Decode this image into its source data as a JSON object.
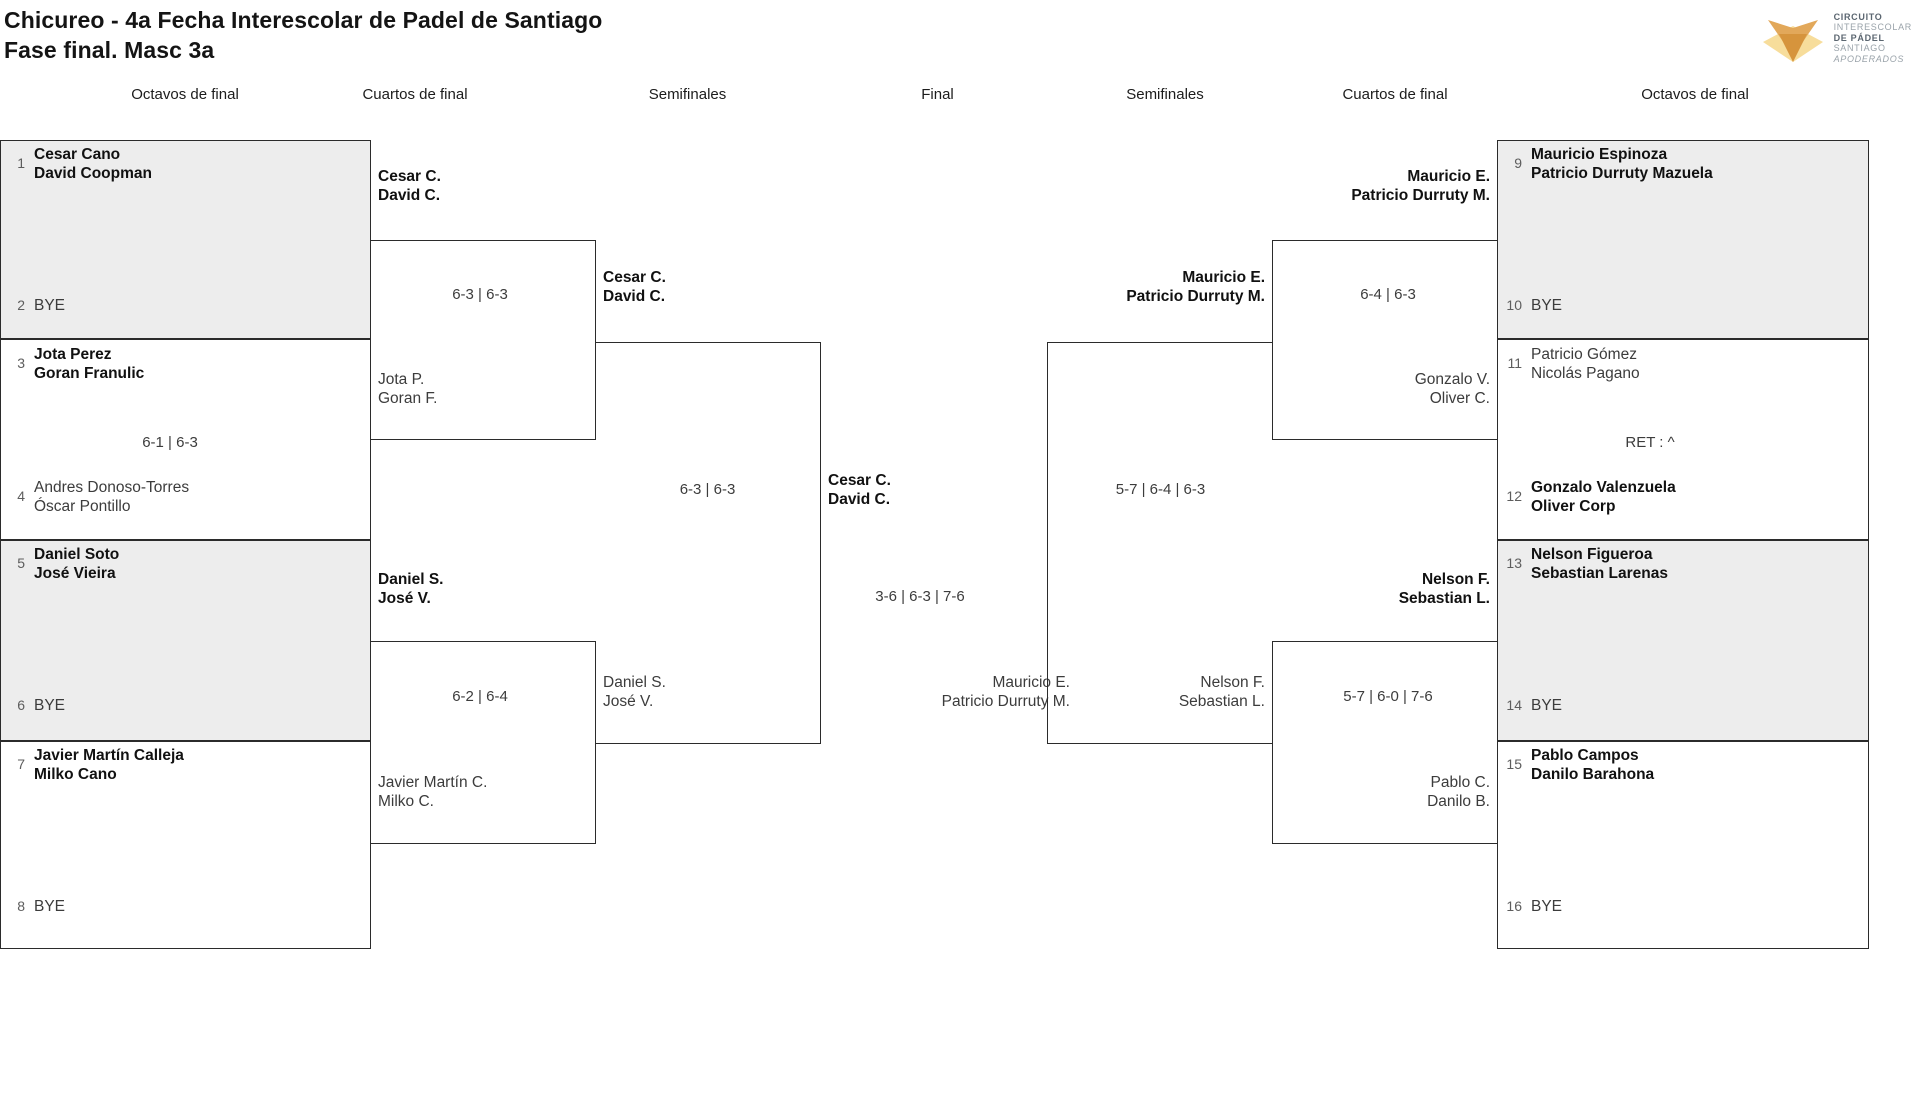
{
  "header": {
    "title_line1": "Chicureo - 4a Fecha Interescolar de Padel de Santiago",
    "title_line2": "Fase final. Masc 3a",
    "logo": {
      "line1": "CIRCUITO",
      "line2": "INTERESCOLAR",
      "line3": "DE PÁDEL",
      "line4": "SANTIAGO",
      "line5": "APODERADOS",
      "mark_colors": {
        "light": "#f7dd9b",
        "mid": "#e2a85a",
        "dark": "#d6943c"
      }
    }
  },
  "round_headings": {
    "left_r16": "Octavos de final",
    "left_qf": "Cuartos de final",
    "left_sf": "Semifinales",
    "final": "Final",
    "right_sf": "Semifinales",
    "right_qf": "Cuartos de final",
    "right_r16": "Octavos de final"
  },
  "colors": {
    "shaded_row": "#ededed",
    "border": "#2b2b2b",
    "seed_text": "#5d5d5d",
    "winner_text": "#111111",
    "loser_text": "#3c3c3c"
  },
  "bracket": {
    "left_r16": [
      {
        "seed": "1",
        "p1": "Cesar Cano",
        "p2": "David Coopman",
        "winner": true
      },
      {
        "seed": "2",
        "bye": "BYE",
        "winner": false
      },
      {
        "seed": "3",
        "p1": "Jota Perez",
        "p2": "Goran Franulic",
        "winner": true
      },
      {
        "seed": "4",
        "p1": "Andres Donoso-Torres",
        "p2": "Óscar Pontillo",
        "winner": false
      },
      {
        "seed": "5",
        "p1": "Daniel Soto",
        "p2": "José Vieira",
        "winner": true
      },
      {
        "seed": "6",
        "bye": "BYE",
        "winner": false
      },
      {
        "seed": "7",
        "p1": "Javier Martín Calleja",
        "p2": "Milko Cano",
        "winner": true
      },
      {
        "seed": "8",
        "bye": "BYE",
        "winner": false
      }
    ],
    "right_r16": [
      {
        "seed": "9",
        "p1": "Mauricio Espinoza",
        "p2": "Patricio Durruty Mazuela",
        "winner": true
      },
      {
        "seed": "10",
        "bye": "BYE",
        "winner": false
      },
      {
        "seed": "11",
        "p1": "Patricio Gómez",
        "p2": "Nicolás Pagano",
        "winner": false
      },
      {
        "seed": "12",
        "p1": "Gonzalo Valenzuela",
        "p2": "Oliver Corp",
        "winner": true
      },
      {
        "seed": "13",
        "p1": "Nelson Figueroa",
        "p2": "Sebastian Larenas",
        "winner": true
      },
      {
        "seed": "14",
        "bye": "BYE",
        "winner": false
      },
      {
        "seed": "15",
        "p1": "Pablo Campos",
        "p2": "Danilo Barahona",
        "winner": true
      },
      {
        "seed": "16",
        "bye": "BYE",
        "winner": false
      }
    ],
    "left_r16_scores": [
      "",
      "6-1 | 6-3",
      "",
      ""
    ],
    "left_qf": [
      {
        "p1": "Cesar C.",
        "p2": "David C.",
        "winner": true
      },
      {
        "p1": "Jota P.",
        "p2": "Goran F.",
        "winner": false
      },
      {
        "p1": "Daniel S.",
        "p2": "José V.",
        "winner": true
      },
      {
        "p1": "Javier Martín C.",
        "p2": "Milko C.",
        "winner": false
      }
    ],
    "left_qf_scores": [
      "6-3 | 6-3",
      "6-2 | 6-4"
    ],
    "left_sf": [
      {
        "p1": "Cesar C.",
        "p2": "David C.",
        "winner": true
      },
      {
        "p1": "Daniel S.",
        "p2": "José V.",
        "winner": false
      }
    ],
    "left_sf_score": "6-3 | 6-3",
    "final": {
      "winner": {
        "p1": "Cesar C.",
        "p2": "David C.",
        "winner": true
      },
      "loser": {
        "p1": "Mauricio E.",
        "p2": "Patricio Durruty M.",
        "winner": false
      },
      "score": "3-6 | 6-3 | 7-6"
    },
    "right_sf": [
      {
        "p1": "Mauricio E.",
        "p2": "Patricio Durruty M.",
        "winner": true
      },
      {
        "p1": "Nelson F.",
        "p2": "Sebastian L.",
        "winner": false
      }
    ],
    "right_sf_score": "5-7 | 6-4 | 6-3",
    "right_qf": [
      {
        "p1": "Mauricio E.",
        "p2": "Patricio Durruty M.",
        "winner": true
      },
      {
        "p1": "Gonzalo V.",
        "p2": "Oliver C.",
        "winner": false
      },
      {
        "p1": "Nelson F.",
        "p2": "Sebastian L.",
        "winner": true
      },
      {
        "p1": "Pablo C.",
        "p2": "Danilo B.",
        "winner": false
      }
    ],
    "right_qf_scores": [
      "6-4 | 6-3",
      "5-7 | 6-0 | 7-6"
    ],
    "right_r16_scores": [
      "",
      "RET : ^",
      "",
      ""
    ]
  }
}
